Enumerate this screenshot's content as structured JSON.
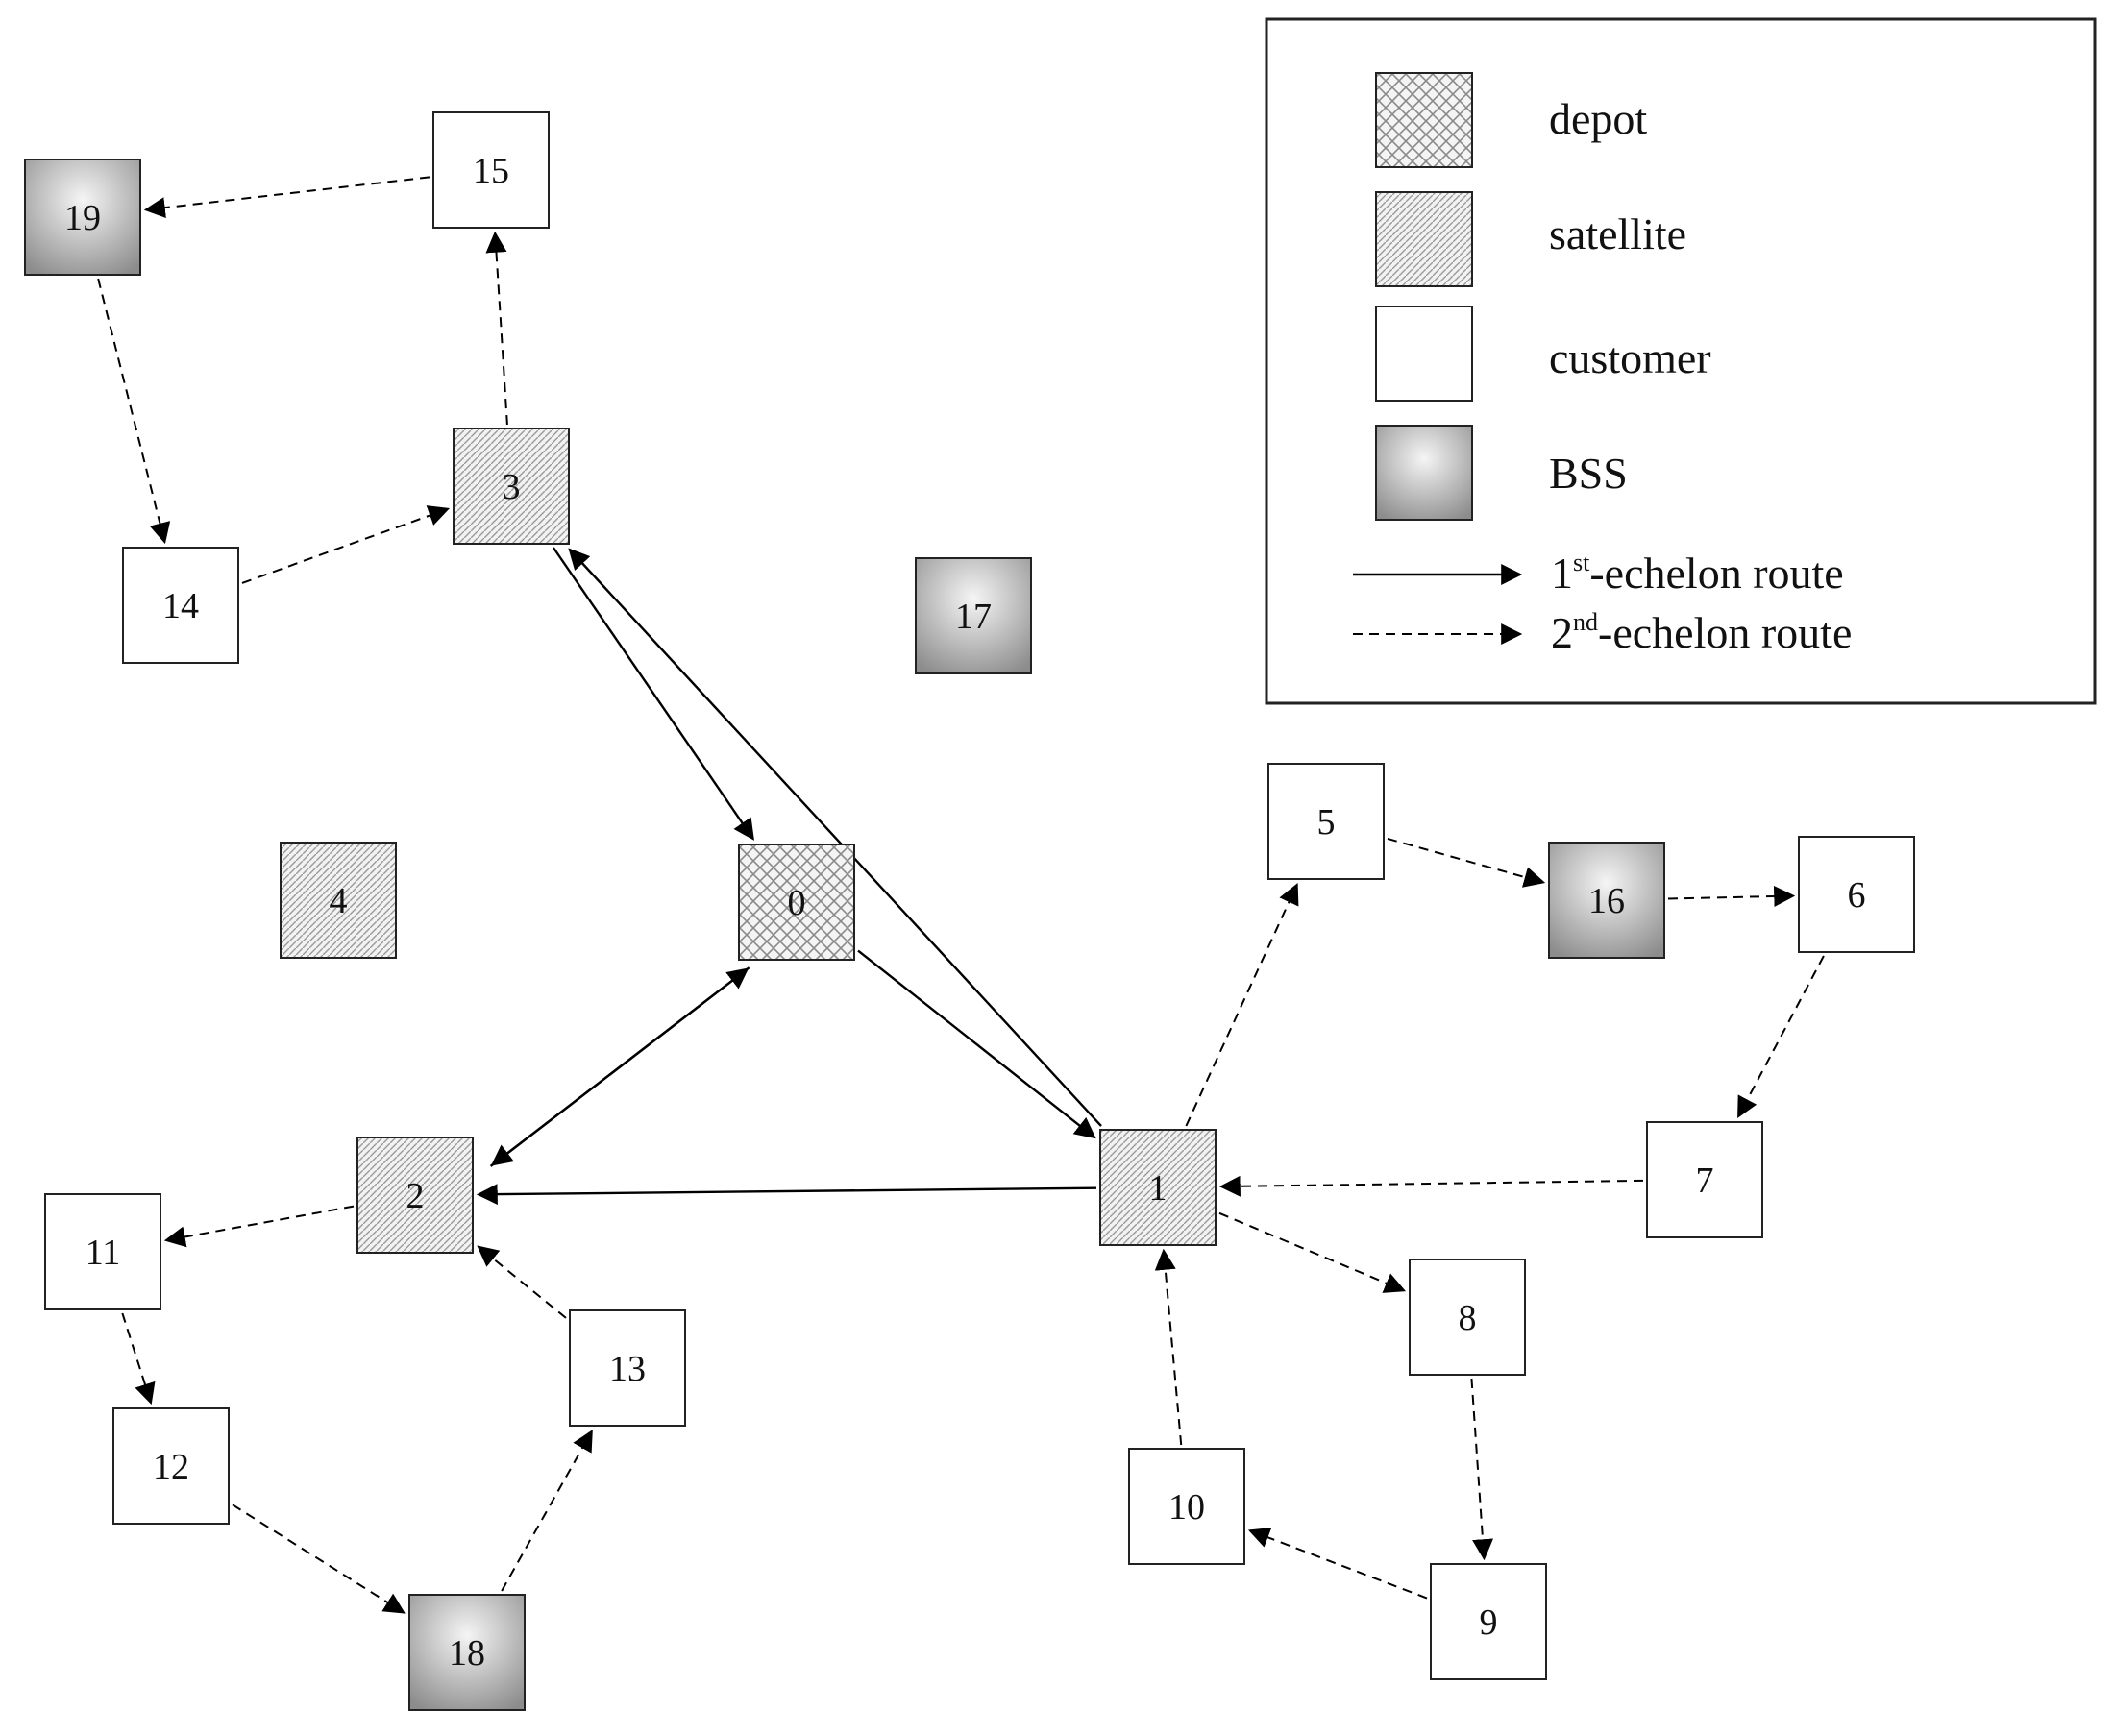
{
  "node_types": {
    "depot": {
      "fill": "hatch-depot"
    },
    "satellite": {
      "fill": "hatch-sat"
    },
    "customer": {
      "fill": "#ffffff"
    },
    "bss": {
      "fill": "grad-bss"
    }
  },
  "nodes": [
    {
      "id": "0",
      "label": "0",
      "type": "depot"
    },
    {
      "id": "1",
      "label": "1",
      "type": "satellite"
    },
    {
      "id": "2",
      "label": "2",
      "type": "satellite"
    },
    {
      "id": "3",
      "label": "3",
      "type": "satellite"
    },
    {
      "id": "4",
      "label": "4",
      "type": "satellite"
    },
    {
      "id": "5",
      "label": "5",
      "type": "customer"
    },
    {
      "id": "6",
      "label": "6",
      "type": "customer"
    },
    {
      "id": "7",
      "label": "7",
      "type": "customer"
    },
    {
      "id": "8",
      "label": "8",
      "type": "customer"
    },
    {
      "id": "9",
      "label": "9",
      "type": "customer"
    },
    {
      "id": "10",
      "label": "10",
      "type": "customer"
    },
    {
      "id": "11",
      "label": "11",
      "type": "customer"
    },
    {
      "id": "12",
      "label": "12",
      "type": "customer"
    },
    {
      "id": "13",
      "label": "13",
      "type": "customer"
    },
    {
      "id": "14",
      "label": "14",
      "type": "customer"
    },
    {
      "id": "15",
      "label": "15",
      "type": "customer"
    },
    {
      "id": "16",
      "label": "16",
      "type": "bss"
    },
    {
      "id": "17",
      "label": "17",
      "type": "bss"
    },
    {
      "id": "18",
      "label": "18",
      "type": "bss"
    },
    {
      "id": "19",
      "label": "19",
      "type": "bss"
    }
  ],
  "edges": [
    {
      "from": "3",
      "to": "0",
      "echelon": 1
    },
    {
      "from": "0",
      "to": "1",
      "echelon": 1
    },
    {
      "from": "1",
      "to": "3",
      "echelon": 1
    },
    {
      "from": "0",
      "to": "2",
      "echelon": 1
    },
    {
      "from": "2",
      "to": "0",
      "echelon": 1
    },
    {
      "from": "1",
      "to": "2",
      "echelon": 1
    },
    {
      "from": "3",
      "to": "15",
      "echelon": 2
    },
    {
      "from": "15",
      "to": "19",
      "echelon": 2
    },
    {
      "from": "19",
      "to": "14",
      "echelon": 2
    },
    {
      "from": "14",
      "to": "3",
      "echelon": 2
    },
    {
      "from": "1",
      "to": "5",
      "echelon": 2
    },
    {
      "from": "5",
      "to": "16",
      "echelon": 2
    },
    {
      "from": "16",
      "to": "6",
      "echelon": 2
    },
    {
      "from": "6",
      "to": "7",
      "echelon": 2
    },
    {
      "from": "7",
      "to": "1",
      "echelon": 2
    },
    {
      "from": "1",
      "to": "8",
      "echelon": 2
    },
    {
      "from": "8",
      "to": "9",
      "echelon": 2
    },
    {
      "from": "9",
      "to": "10",
      "echelon": 2
    },
    {
      "from": "10",
      "to": "1",
      "echelon": 2
    },
    {
      "from": "2",
      "to": "11",
      "echelon": 2
    },
    {
      "from": "11",
      "to": "12",
      "echelon": 2
    },
    {
      "from": "12",
      "to": "18",
      "echelon": 2
    },
    {
      "from": "18",
      "to": "13",
      "echelon": 2
    },
    {
      "from": "13",
      "to": "2",
      "echelon": 2
    }
  ],
  "legend": {
    "depot": "depot",
    "satellite": "satellite",
    "customer": "customer",
    "bss": "BSS",
    "route1_prefix": "1",
    "route1_sup": "st",
    "route1_suffix": "-echelon route",
    "route2_prefix": "2",
    "route2_sup": "nd",
    "route2_suffix": "-echelon route"
  }
}
